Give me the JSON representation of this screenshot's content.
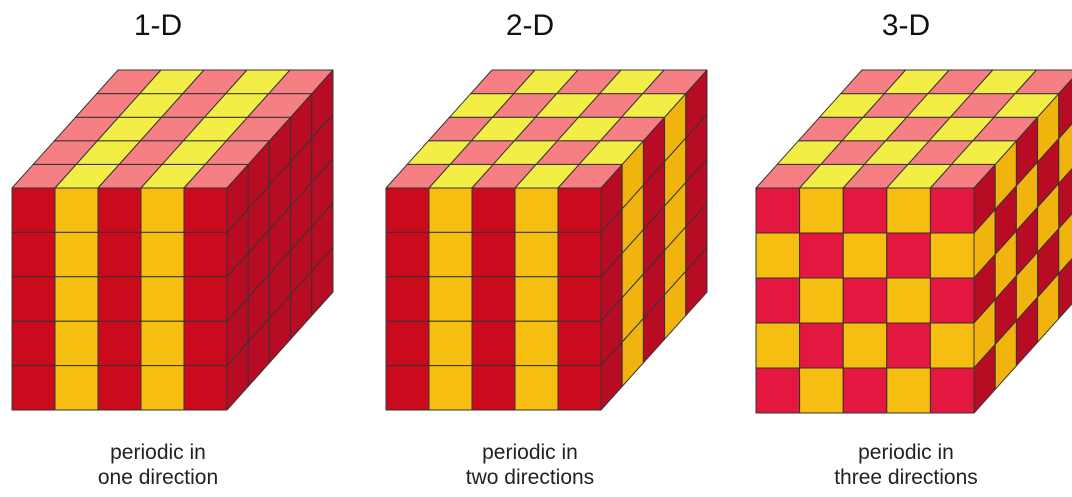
{
  "panels": [
    {
      "title": "1-D",
      "caption_line1": "periodic in",
      "caption_line2": "one direction",
      "periodic_axes": 1
    },
    {
      "title": "2-D",
      "caption_line1": "periodic in",
      "caption_line2": "two directions",
      "periodic_axes": 2
    },
    {
      "title": "3-D",
      "caption_line1": "periodic in",
      "caption_line2": "three directions",
      "periodic_axes": 3
    }
  ],
  "colors": {
    "red_front": "#cc0a1e",
    "yellow_front": "#f7be12",
    "red_top": "#f57f83",
    "yellow_top": "#f3ee45",
    "red_side": "#b80c24",
    "yellow_side": "#f1b40f",
    "red_check": "#e3173f",
    "edge": "#333333"
  }
}
